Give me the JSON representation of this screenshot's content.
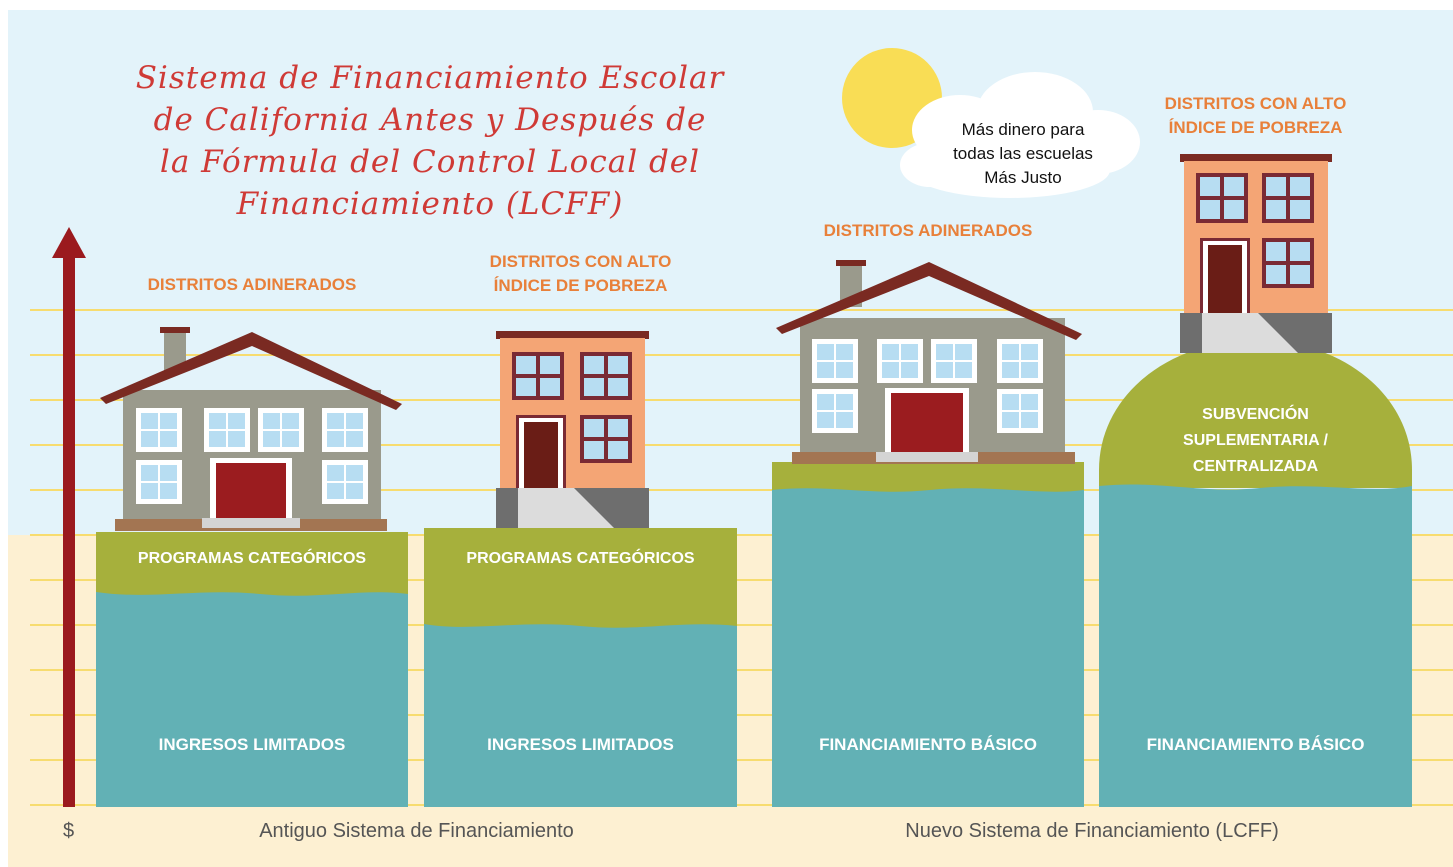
{
  "title": "Sistema de Financiamiento Escolar de California Antes y Después de la Fórmula del Control Local del Financiamiento (LCFF)",
  "title_lines": [
    "Sistema de Financiamiento Escolar",
    "de California Antes y Después de",
    "la Fórmula del Control Local del",
    "Financiamiento (LCFF)"
  ],
  "cloud": {
    "lines": [
      "Más dinero para",
      "todas las escuelas",
      "Más Justo"
    ]
  },
  "axis": {
    "currency_symbol": "$"
  },
  "sections": {
    "old": "Antiguo Sistema de Financiamiento",
    "new": "Nuevo Sistema de Financiamiento (LCFF)"
  },
  "columns": [
    {
      "district_lines": [
        "DISTRITOS ADINERADOS"
      ],
      "top_block": "PROGRAMAS CATEGÓRICOS",
      "base_block": "INGRESOS LIMITADOS"
    },
    {
      "district_lines": [
        "DISTRITOS CON ALTO",
        "ÍNDICE DE POBREZA"
      ],
      "top_block": "PROGRAMAS CATEGÓRICOS",
      "base_block": "INGRESOS LIMITADOS"
    },
    {
      "district_lines": [
        "DISTRITOS ADINERADOS"
      ],
      "top_block": "",
      "base_block": "FINANCIAMIENTO BÁSICO"
    },
    {
      "district_lines": [
        "DISTRITOS CON ALTO",
        "ÍNDICE DE POBREZA"
      ],
      "top_block_lines": [
        "SUBVENCIÓN",
        "SUPLEMENTARIA /",
        "CENTRALIZADA"
      ],
      "base_block": "FINANCIAMIENTO BÁSICO"
    }
  ],
  "colors": {
    "sky": "#e3f3fa",
    "ground": "#fdf0d2",
    "grid_line": "#f7dc6f",
    "teal": "#62b1b5",
    "olive": "#a6b03c",
    "arrow": "#9b1a1e",
    "house_gray": "#9a9a8c",
    "roof": "#7a2a22",
    "door": "#9b1c1f",
    "apartment": "#f4a575",
    "sun": "#f9dd55",
    "orange_label": "#e8803a",
    "title_red": "#cf3a36"
  }
}
